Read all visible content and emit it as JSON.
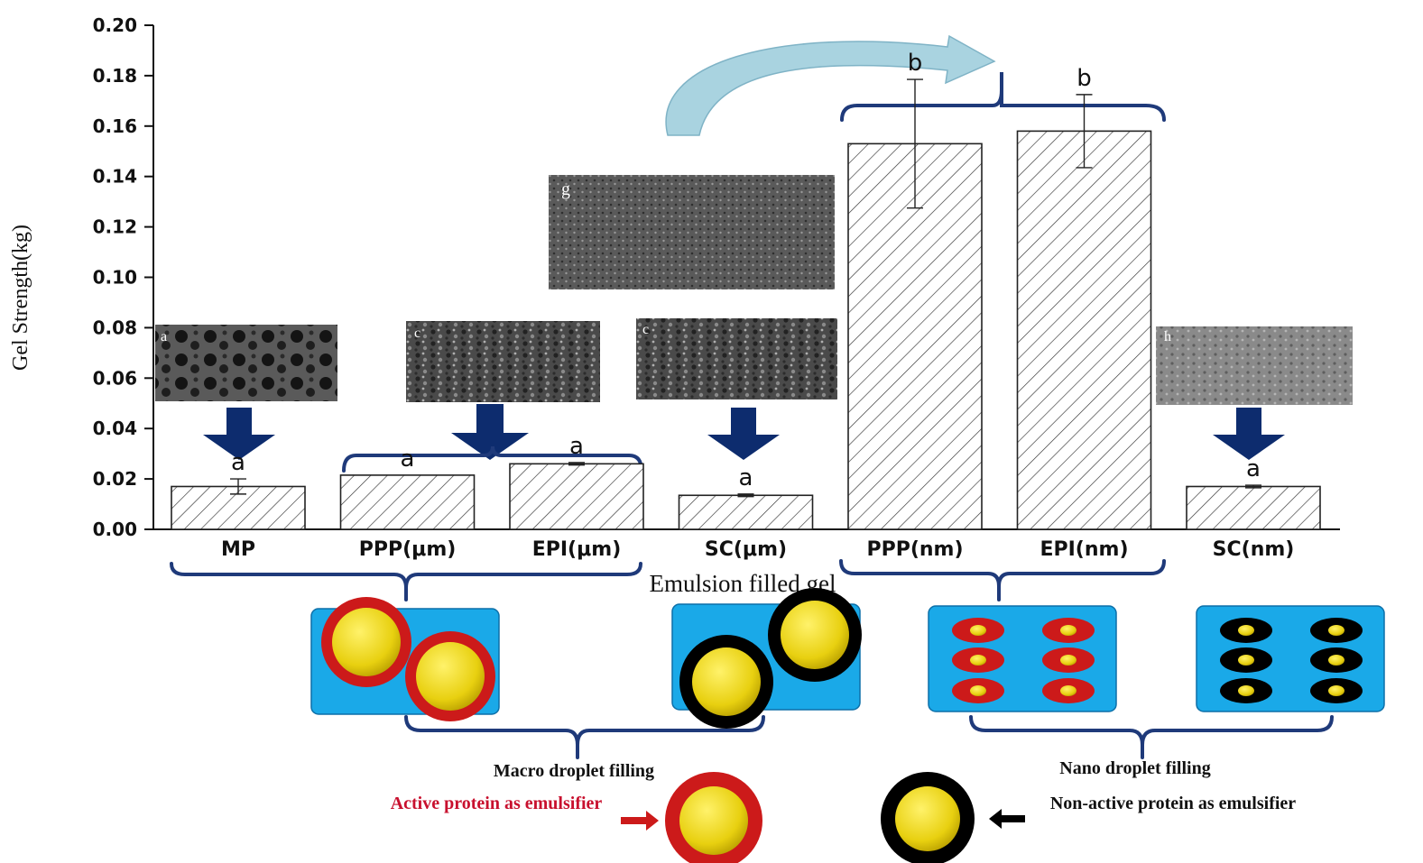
{
  "chart_data": {
    "type": "bar",
    "title": "",
    "xlabel": "Emulsion filled gel",
    "ylabel": "Gel Strength(kg)",
    "ylim": [
      0,
      0.2
    ],
    "yticks": [
      "0.00",
      "0.02",
      "0.04",
      "0.06",
      "0.08",
      "0.10",
      "0.12",
      "0.14",
      "0.16",
      "0.18",
      "0.20"
    ],
    "grid": false,
    "categories": [
      "MP",
      "PPP(μm)",
      "EPI(μm)",
      "SC(μm)",
      "PPP(nm)",
      "EPI(nm)",
      "SC(nm)"
    ],
    "values": [
      0.017,
      0.0215,
      0.026,
      0.0135,
      0.153,
      0.158,
      0.017
    ],
    "errors": [
      0.003,
      0.0,
      0.0005,
      0.0005,
      0.0255,
      0.0145,
      0.0005
    ],
    "significance": [
      "a",
      "a",
      "a",
      "a",
      "b",
      "b",
      "a"
    ],
    "sem_panel_letters": [
      "a",
      "c",
      "c",
      "g",
      "h"
    ]
  },
  "annotations": {
    "macro_label": "Macro droplet filling",
    "nano_label": "Nano droplet filling",
    "active_legend": "Active protein as emulsifier",
    "nonactive_legend": "Non-active protein as emulsifier"
  },
  "colors": {
    "bracket": "#1f3a7a",
    "arrow": "#0d2c6e",
    "curve_arrow": "#a9d3e0",
    "gel_box": "#1aa9e8",
    "oil_core": "#e8d010",
    "active_shell": "#cc1a1a",
    "nonactive_shell": "#000000"
  }
}
